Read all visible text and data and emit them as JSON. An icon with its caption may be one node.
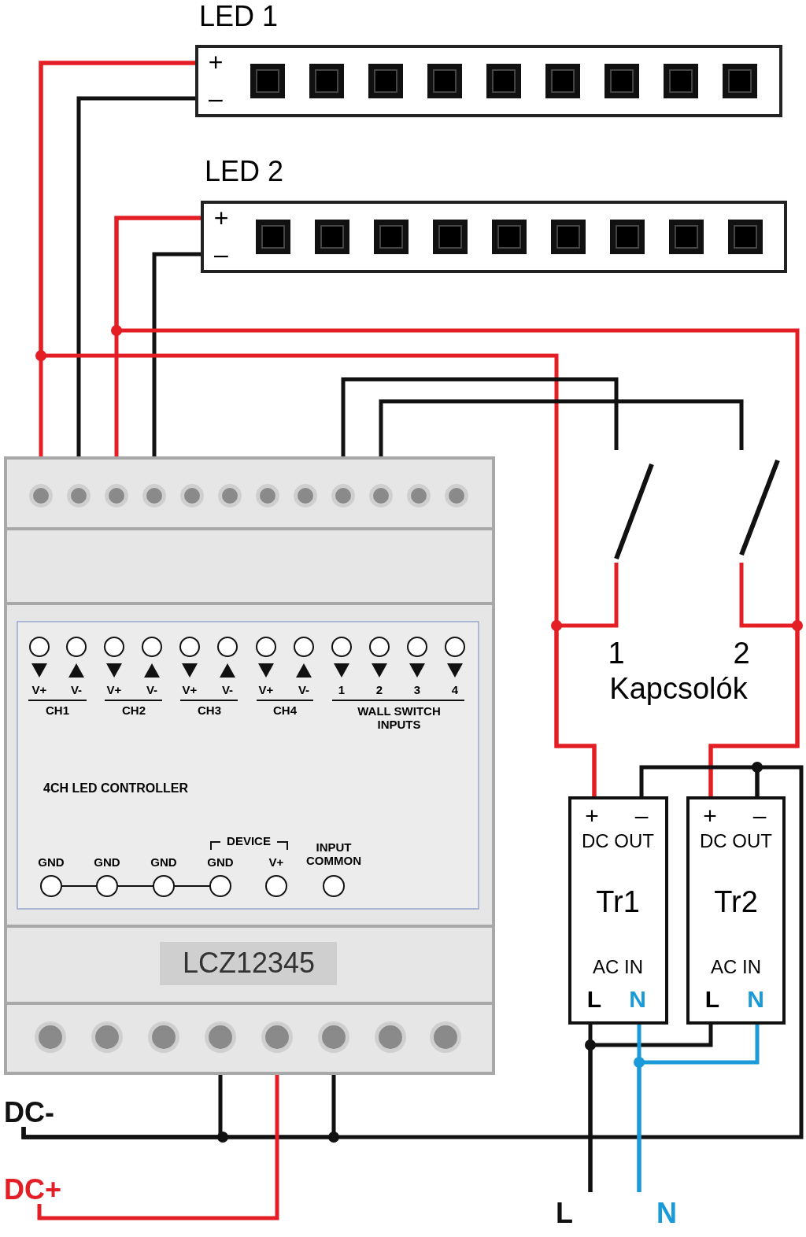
{
  "diagram": {
    "nodes": [
      {
        "text": [
          "LED 1",
          "+",
          "–"
        ]
      },
      {
        "text": [
          "LED 2",
          "+",
          "–"
        ]
      },
      {
        "text": [
          "4CH LED CONTROLLER",
          "LCZ12345"
        ]
      },
      {
        "text": [],
        "shape": "switch",
        "beside": [
          "1"
        ]
      },
      {
        "text": [],
        "shape": "switch",
        "beside": [
          "2"
        ]
      },
      {
        "text": [
          "+",
          "–",
          "DC OUT",
          "Tr1",
          "AC IN",
          "L",
          "N"
        ]
      },
      {
        "text": [
          "+",
          "–",
          "DC OUT",
          "Tr2",
          "AC IN",
          "L",
          "N"
        ]
      },
      {
        "text": [
          "DC-"
        ]
      },
      {
        "text": [
          "DC+"
        ]
      },
      {
        "text": [
          "L"
        ]
      },
      {
        "text": [
          "N"
        ]
      }
    ],
    "edges": [
      {
        "from": 2,
        "to": 0,
        "arrow": "none",
        "color": "#e31e24"
      },
      {
        "from": 0,
        "to": 2,
        "arrow": "none"
      },
      {
        "from": 2,
        "to": 1,
        "arrow": "none",
        "color": "#e31e24"
      },
      {
        "from": 1,
        "to": 2,
        "arrow": "none"
      },
      {
        "from": 5,
        "to": 0,
        "arrow": "none",
        "color": "#e31e24"
      },
      {
        "from": 3,
        "to": 5,
        "arrow": "none",
        "color": "#e31e24"
      },
      {
        "from": 6,
        "to": 1,
        "arrow": "none",
        "color": "#e31e24"
      },
      {
        "from": 4,
        "to": 6,
        "arrow": "none",
        "color": "#e31e24"
      },
      {
        "from": 2,
        "to": 3,
        "arrow": "none"
      },
      {
        "from": 2,
        "to": 4,
        "arrow": "none"
      },
      {
        "from": 5,
        "to": 6,
        "arrow": "none"
      },
      {
        "from": 6,
        "to": 7,
        "arrow": "none"
      },
      {
        "from": 2,
        "to": 7,
        "arrow": "none"
      },
      {
        "from": 2,
        "to": 7,
        "arrow": "none"
      },
      {
        "from": 2,
        "to": 8,
        "arrow": "none",
        "color": "#e31e24"
      },
      {
        "from": 9,
        "to": 5,
        "arrow": "none"
      },
      {
        "from": 9,
        "to": 6,
        "arrow": "none"
      },
      {
        "from": 10,
        "to": 5,
        "arrow": "none",
        "color": "#1a9ad8"
      },
      {
        "from": 10,
        "to": 6,
        "arrow": "none",
        "color": "#1a9ad8"
      }
    ],
    "labels": [
      "V+",
      "V-",
      "V+",
      "V-",
      "V+",
      "V-",
      "V+",
      "V-",
      "1",
      "2",
      "3",
      "4",
      "CH1",
      "CH2",
      "CH3",
      "CH4",
      "WALL SWITCH INPUTS",
      "DEVICE",
      "INPUT COMMON",
      "GND",
      "GND",
      "GND",
      "GND",
      "V+",
      "Kapcsolók"
    ]
  }
}
